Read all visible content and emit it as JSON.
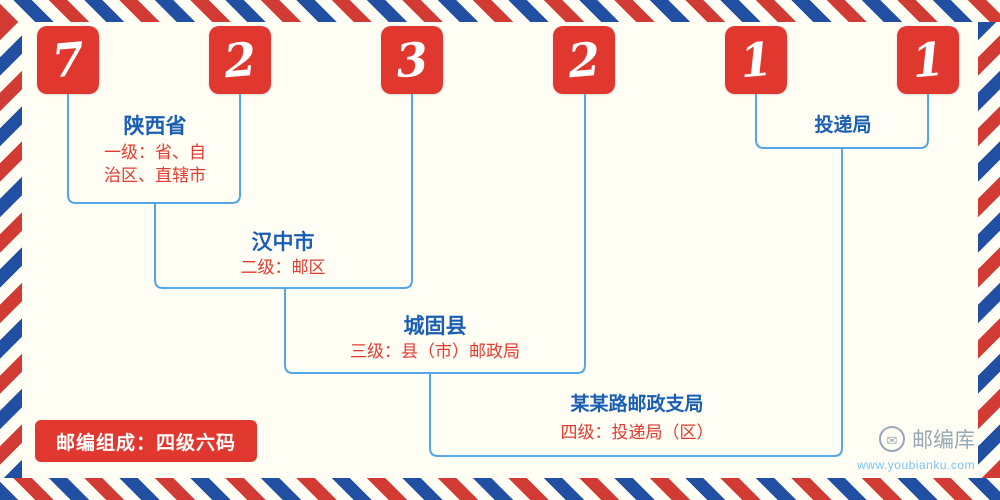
{
  "colors": {
    "red": "#e0382e",
    "red-text": "#e23b30",
    "blue-text": "#1a5fb4",
    "line-blue": "#55a6e6",
    "border-red": "#d23b33",
    "border-blue": "#2150a3",
    "bg": "#fffdf4",
    "logo-gray": "#97a9b6",
    "logo-link": "#7cc4f2"
  },
  "postal_code": {
    "digits": [
      "7",
      "2",
      "3",
      "2",
      "1",
      "1"
    ]
  },
  "levels": [
    {
      "name": "陕西省",
      "desc": [
        "一级：省、自",
        "治区、直辖市"
      ]
    },
    {
      "name": "汉中市",
      "desc": [
        "二级：邮区"
      ]
    },
    {
      "name": "城固县",
      "desc": [
        "三级：县（市）邮政局"
      ]
    },
    {
      "name": "某某路邮政支局",
      "desc": [
        "四级：投递局（区）"
      ]
    },
    {
      "name": "投递局",
      "desc": []
    }
  ],
  "footer": {
    "composition": "邮编组成：四级六码"
  },
  "logo": {
    "name": "邮编库",
    "url": "www.youbianku.com",
    "icon": "envelope-in-circle",
    "icon_glyph": "✉"
  }
}
